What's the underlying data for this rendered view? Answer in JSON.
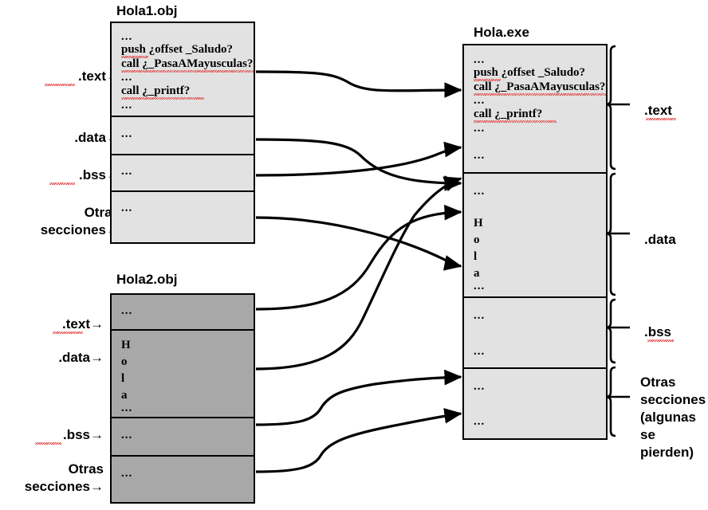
{
  "diagram": {
    "title_hola1": "Hola1.obj",
    "title_hola2": "Hola2.obj",
    "title_holaexe": "Hola.exe"
  },
  "hola1": {
    "title": "Hola1.obj",
    "sections": [
      {
        "name": ".text",
        "label": ".text→",
        "lines": [
          "...",
          "push ¿offset _Saludo?",
          "call ¿_PasaAMayusculas?",
          "...",
          "call  ¿_printf?",
          "..."
        ]
      },
      {
        "name": ".data",
        "label": ".data→",
        "lines": [
          "..."
        ]
      },
      {
        "name": ".bss",
        "label": ".bss→",
        "lines": [
          "..."
        ]
      },
      {
        "name": "otras",
        "label": "Otras\nsecciones→",
        "label_line1": "Otras",
        "label_line2": "secciones→",
        "lines": [
          "..."
        ]
      }
    ]
  },
  "hola2": {
    "title": "Hola2.obj",
    "sections": [
      {
        "name": ".text",
        "label": ".text→",
        "lines": [
          "..."
        ]
      },
      {
        "name": ".data",
        "label": ".data→",
        "lines": [
          "H",
          "o",
          "l",
          "a",
          "..."
        ]
      },
      {
        "name": ".bss",
        "label": ".bss→",
        "lines": [
          "..."
        ]
      },
      {
        "name": "otras",
        "label_line1": "Otras",
        "label_line2": "secciones→",
        "lines": [
          "..."
        ]
      }
    ]
  },
  "holaexe": {
    "title": "Hola.exe",
    "sections": [
      {
        "name": ".text",
        "label": ".text",
        "lines": [
          "...",
          "push ¿offset _Saludo?",
          "call ¿_PasaAMayusculas?",
          "...",
          "call  ¿_printf?",
          "...",
          "..."
        ]
      },
      {
        "name": ".data",
        "label": ".data",
        "lines": [
          "...",
          "H",
          "o",
          "l",
          "a",
          "..."
        ]
      },
      {
        "name": ".bss",
        "label": ".bss",
        "lines": [
          "...",
          "..."
        ]
      },
      {
        "name": "otras",
        "label_line1": "Otras",
        "label_line2": "secciones",
        "label_line3": "(algunas",
        "label_line4": " se",
        "label_line5": "pierden)",
        "lines": [
          "...",
          "..."
        ]
      }
    ]
  },
  "colors": {
    "obj_light": "#e2e2e2",
    "obj_dark": "#a8a8a8",
    "outline": "#000000",
    "spellcheck": "#e03030"
  },
  "connectors": {
    "count": 8,
    "description": "curved arrows from object-file sections to executable sections"
  }
}
